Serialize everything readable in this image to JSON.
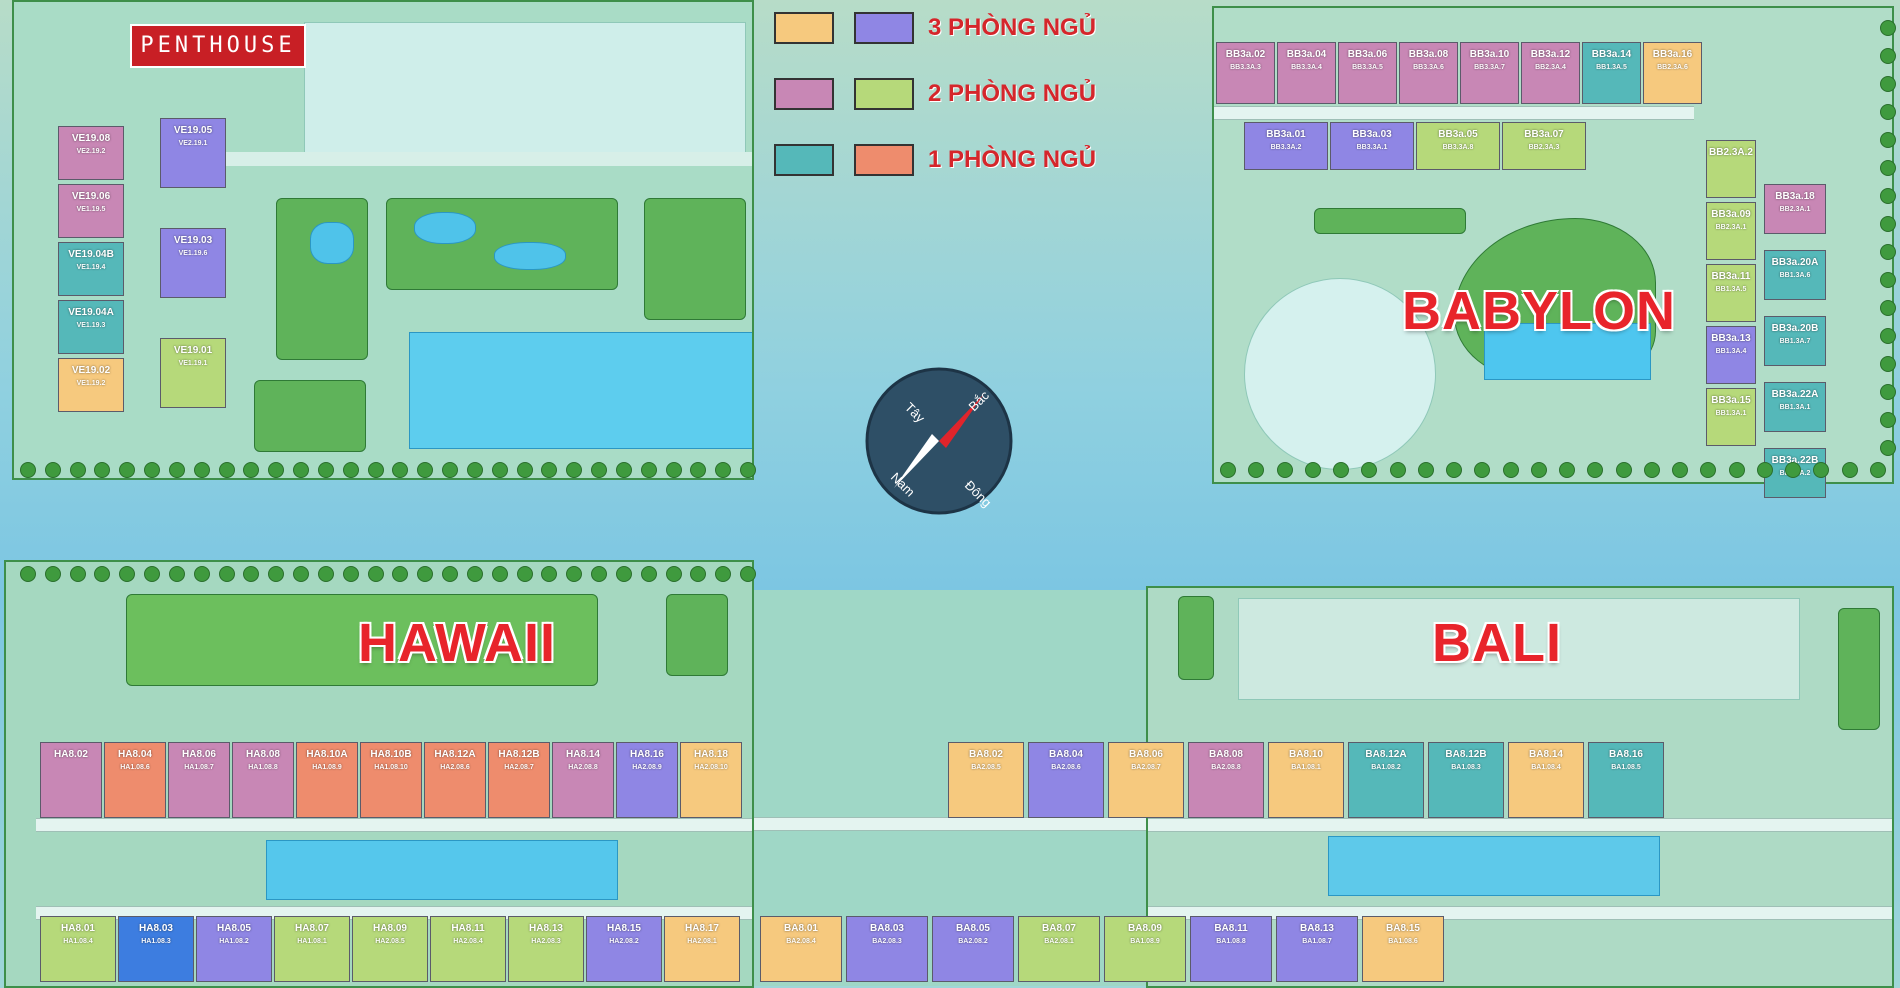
{
  "legend": {
    "items": [
      {
        "label": "3 PHÒNG NGỦ",
        "colors": [
          "#f6c97e",
          "#8f86e4"
        ]
      },
      {
        "label": "2 PHÒNG NGỦ",
        "colors": [
          "#c887b5",
          "#b6d97a"
        ]
      },
      {
        "label": "1 PHÒNG NGỦ",
        "colors": [
          "#55b8b9",
          "#ee8c6d"
        ]
      }
    ]
  },
  "penthouse": {
    "label": "PENTHOUSE"
  },
  "blocks": {
    "babylon": {
      "name": "BABYLON"
    },
    "hawaii": {
      "name": "HAWAII"
    },
    "bali": {
      "name": "BALI"
    }
  },
  "compass": {
    "north": "Bắc",
    "south": "Nam",
    "east": "Đông",
    "west": "Tây"
  },
  "colors": {
    "three_bed_a": "#f6c97e",
    "three_bed_b": "#8f86e4",
    "two_bed_a": "#c887b5",
    "two_bed_b": "#b6d97a",
    "one_bed_a": "#55b8b9",
    "one_bed_b": "#ee8c6d",
    "label_red": "#e8242b"
  },
  "units": {
    "penthouse_left": [
      {
        "code": "VE19.08",
        "sub": "VE2.19.2",
        "c": "c2p"
      },
      {
        "code": "VE19.06",
        "sub": "VE1.19.5",
        "c": "c2p"
      },
      {
        "code": "VE19.04B",
        "sub": "VE1.19.4",
        "c": "c1t"
      },
      {
        "code": "VE19.04A",
        "sub": "VE1.19.3",
        "c": "c1t"
      },
      {
        "code": "VE19.02",
        "sub": "VE1.19.2",
        "c": "c3y"
      }
    ],
    "penthouse_right": [
      {
        "code": "VE19.05",
        "sub": "VE2.19.1",
        "c": "c3p"
      },
      {
        "code": "VE19.03",
        "sub": "VE1.19.6",
        "c": "c3p"
      },
      {
        "code": "VE19.01",
        "sub": "VE1.19.1",
        "c": "c2g"
      }
    ],
    "babylon_top": [
      {
        "code": "BB3a.02",
        "sub": "BB3.3A.3",
        "c": "c2p"
      },
      {
        "code": "BB3a.04",
        "sub": "BB3.3A.4",
        "c": "c2p"
      },
      {
        "code": "BB3a.06",
        "sub": "BB3.3A.5",
        "c": "c2p"
      },
      {
        "code": "BB3a.08",
        "sub": "BB3.3A.6",
        "c": "c2p"
      },
      {
        "code": "BB3a.10",
        "sub": "BB3.3A.7",
        "c": "c2p"
      },
      {
        "code": "BB3a.12",
        "sub": "BB2.3A.4",
        "c": "c2p"
      },
      {
        "code": "BB3a.14",
        "sub": "BB1.3A.5",
        "c": "c1t"
      },
      {
        "code": "BB3a.16",
        "sub": "BB2.3A.6",
        "c": "c3y"
      }
    ],
    "babylon_second": [
      {
        "code": "BB3a.01",
        "sub": "BB3.3A.2",
        "c": "c3p"
      },
      {
        "code": "BB3a.03",
        "sub": "BB3.3A.1",
        "c": "c3p"
      },
      {
        "code": "BB3a.05",
        "sub": "BB3.3A.8",
        "c": "c2g"
      },
      {
        "code": "BB3a.07",
        "sub": "BB2.3A.3",
        "c": "c2g"
      }
    ],
    "babylon_inner_col": [
      {
        "code": "BB2.3A.2",
        "sub": "",
        "c": "c2g"
      },
      {
        "code": "BB3a.09",
        "sub": "BB2.3A.1",
        "c": "c2g"
      },
      {
        "code": "BB3a.11",
        "sub": "BB1.3A.5",
        "c": "c2g"
      },
      {
        "code": "BB3a.13",
        "sub": "BB1.3A.4",
        "c": "c3p"
      },
      {
        "code": "BB3a.15",
        "sub": "BB1.3A.1",
        "c": "c2g"
      }
    ],
    "babylon_outer_col": [
      {
        "code": "BB3a.18",
        "sub": "BB2.3A.1",
        "c": "c2p"
      },
      {
        "code": "BB3a.20A",
        "sub": "BB1.3A.6",
        "c": "c1t"
      },
      {
        "code": "BB3a.20B",
        "sub": "BB1.3A.7",
        "c": "c1t"
      },
      {
        "code": "BB3a.22A",
        "sub": "BB1.3A.1",
        "c": "c1t"
      },
      {
        "code": "BB3a.22B",
        "sub": "BB1.3A.2",
        "c": "c1t"
      }
    ],
    "hawaii_top": [
      {
        "code": "HA8.02",
        "sub": "",
        "c": "c2p"
      },
      {
        "code": "HA8.04",
        "sub": "HA1.08.6",
        "c": "c1o"
      },
      {
        "code": "HA8.06",
        "sub": "HA1.08.7",
        "c": "c2p"
      },
      {
        "code": "HA8.08",
        "sub": "HA1.08.8",
        "c": "c2p"
      },
      {
        "code": "HA8.10A",
        "sub": "HA1.08.9",
        "c": "c1o"
      },
      {
        "code": "HA8.10B",
        "sub": "HA1.08.10",
        "c": "c1o"
      },
      {
        "code": "HA8.12A",
        "sub": "HA2.08.6",
        "c": "c1o"
      },
      {
        "code": "HA8.12B",
        "sub": "HA2.08.7",
        "c": "c1o"
      },
      {
        "code": "HA8.14",
        "sub": "HA2.08.8",
        "c": "c2p"
      },
      {
        "code": "HA8.16",
        "sub": "HA2.08.9",
        "c": "c3p"
      },
      {
        "code": "HA8.18",
        "sub": "HA2.08.10",
        "c": "c3y"
      }
    ],
    "hawaii_bottom": [
      {
        "code": "HA8.01",
        "sub": "HA1.08.4",
        "c": "c2g"
      },
      {
        "code": "HA8.03",
        "sub": "HA1.08.3",
        "c": "c3b"
      },
      {
        "code": "HA8.05",
        "sub": "HA1.08.2",
        "c": "c3p"
      },
      {
        "code": "HA8.07",
        "sub": "HA1.08.1",
        "c": "c2g"
      },
      {
        "code": "HA8.09",
        "sub": "HA2.08.5",
        "c": "c2g"
      },
      {
        "code": "HA8.11",
        "sub": "HA2.08.4",
        "c": "c2g"
      },
      {
        "code": "HA8.13",
        "sub": "HA2.08.3",
        "c": "c2g"
      },
      {
        "code": "HA8.15",
        "sub": "HA2.08.2",
        "c": "c3p"
      },
      {
        "code": "HA8.17",
        "sub": "HA2.08.1",
        "c": "c3y"
      }
    ],
    "bali_top": [
      {
        "code": "BA8.02",
        "sub": "BA2.08.5",
        "c": "c3y"
      },
      {
        "code": "BA8.04",
        "sub": "BA2.08.6",
        "c": "c3p"
      },
      {
        "code": "BA8.06",
        "sub": "BA2.08.7",
        "c": "c3y"
      },
      {
        "code": "BA8.08",
        "sub": "BA2.08.8",
        "c": "c2p"
      },
      {
        "code": "BA8.10",
        "sub": "BA1.08.1",
        "c": "c3y"
      },
      {
        "code": "BA8.12A",
        "sub": "BA1.08.2",
        "c": "c1t"
      },
      {
        "code": "BA8.12B",
        "sub": "BA1.08.3",
        "c": "c1t"
      },
      {
        "code": "BA8.14",
        "sub": "BA1.08.4",
        "c": "c3y"
      },
      {
        "code": "BA8.16",
        "sub": "BA1.08.5",
        "c": "c1t"
      }
    ],
    "bali_bottom": [
      {
        "code": "BA8.01",
        "sub": "BA2.08.4",
        "c": "c3y"
      },
      {
        "code": "BA8.03",
        "sub": "BA2.08.3",
        "c": "c3p"
      },
      {
        "code": "BA8.05",
        "sub": "BA2.08.2",
        "c": "c3p"
      },
      {
        "code": "BA8.07",
        "sub": "BA2.08.1",
        "c": "c2g"
      },
      {
        "code": "BA8.09",
        "sub": "BA1.08.9",
        "c": "c2g"
      },
      {
        "code": "BA8.11",
        "sub": "BA1.08.8",
        "c": "c3p"
      },
      {
        "code": "BA8.13",
        "sub": "BA1.08.7",
        "c": "c3p"
      },
      {
        "code": "BA8.15",
        "sub": "BA1.08.6",
        "c": "c3y"
      }
    ]
  }
}
